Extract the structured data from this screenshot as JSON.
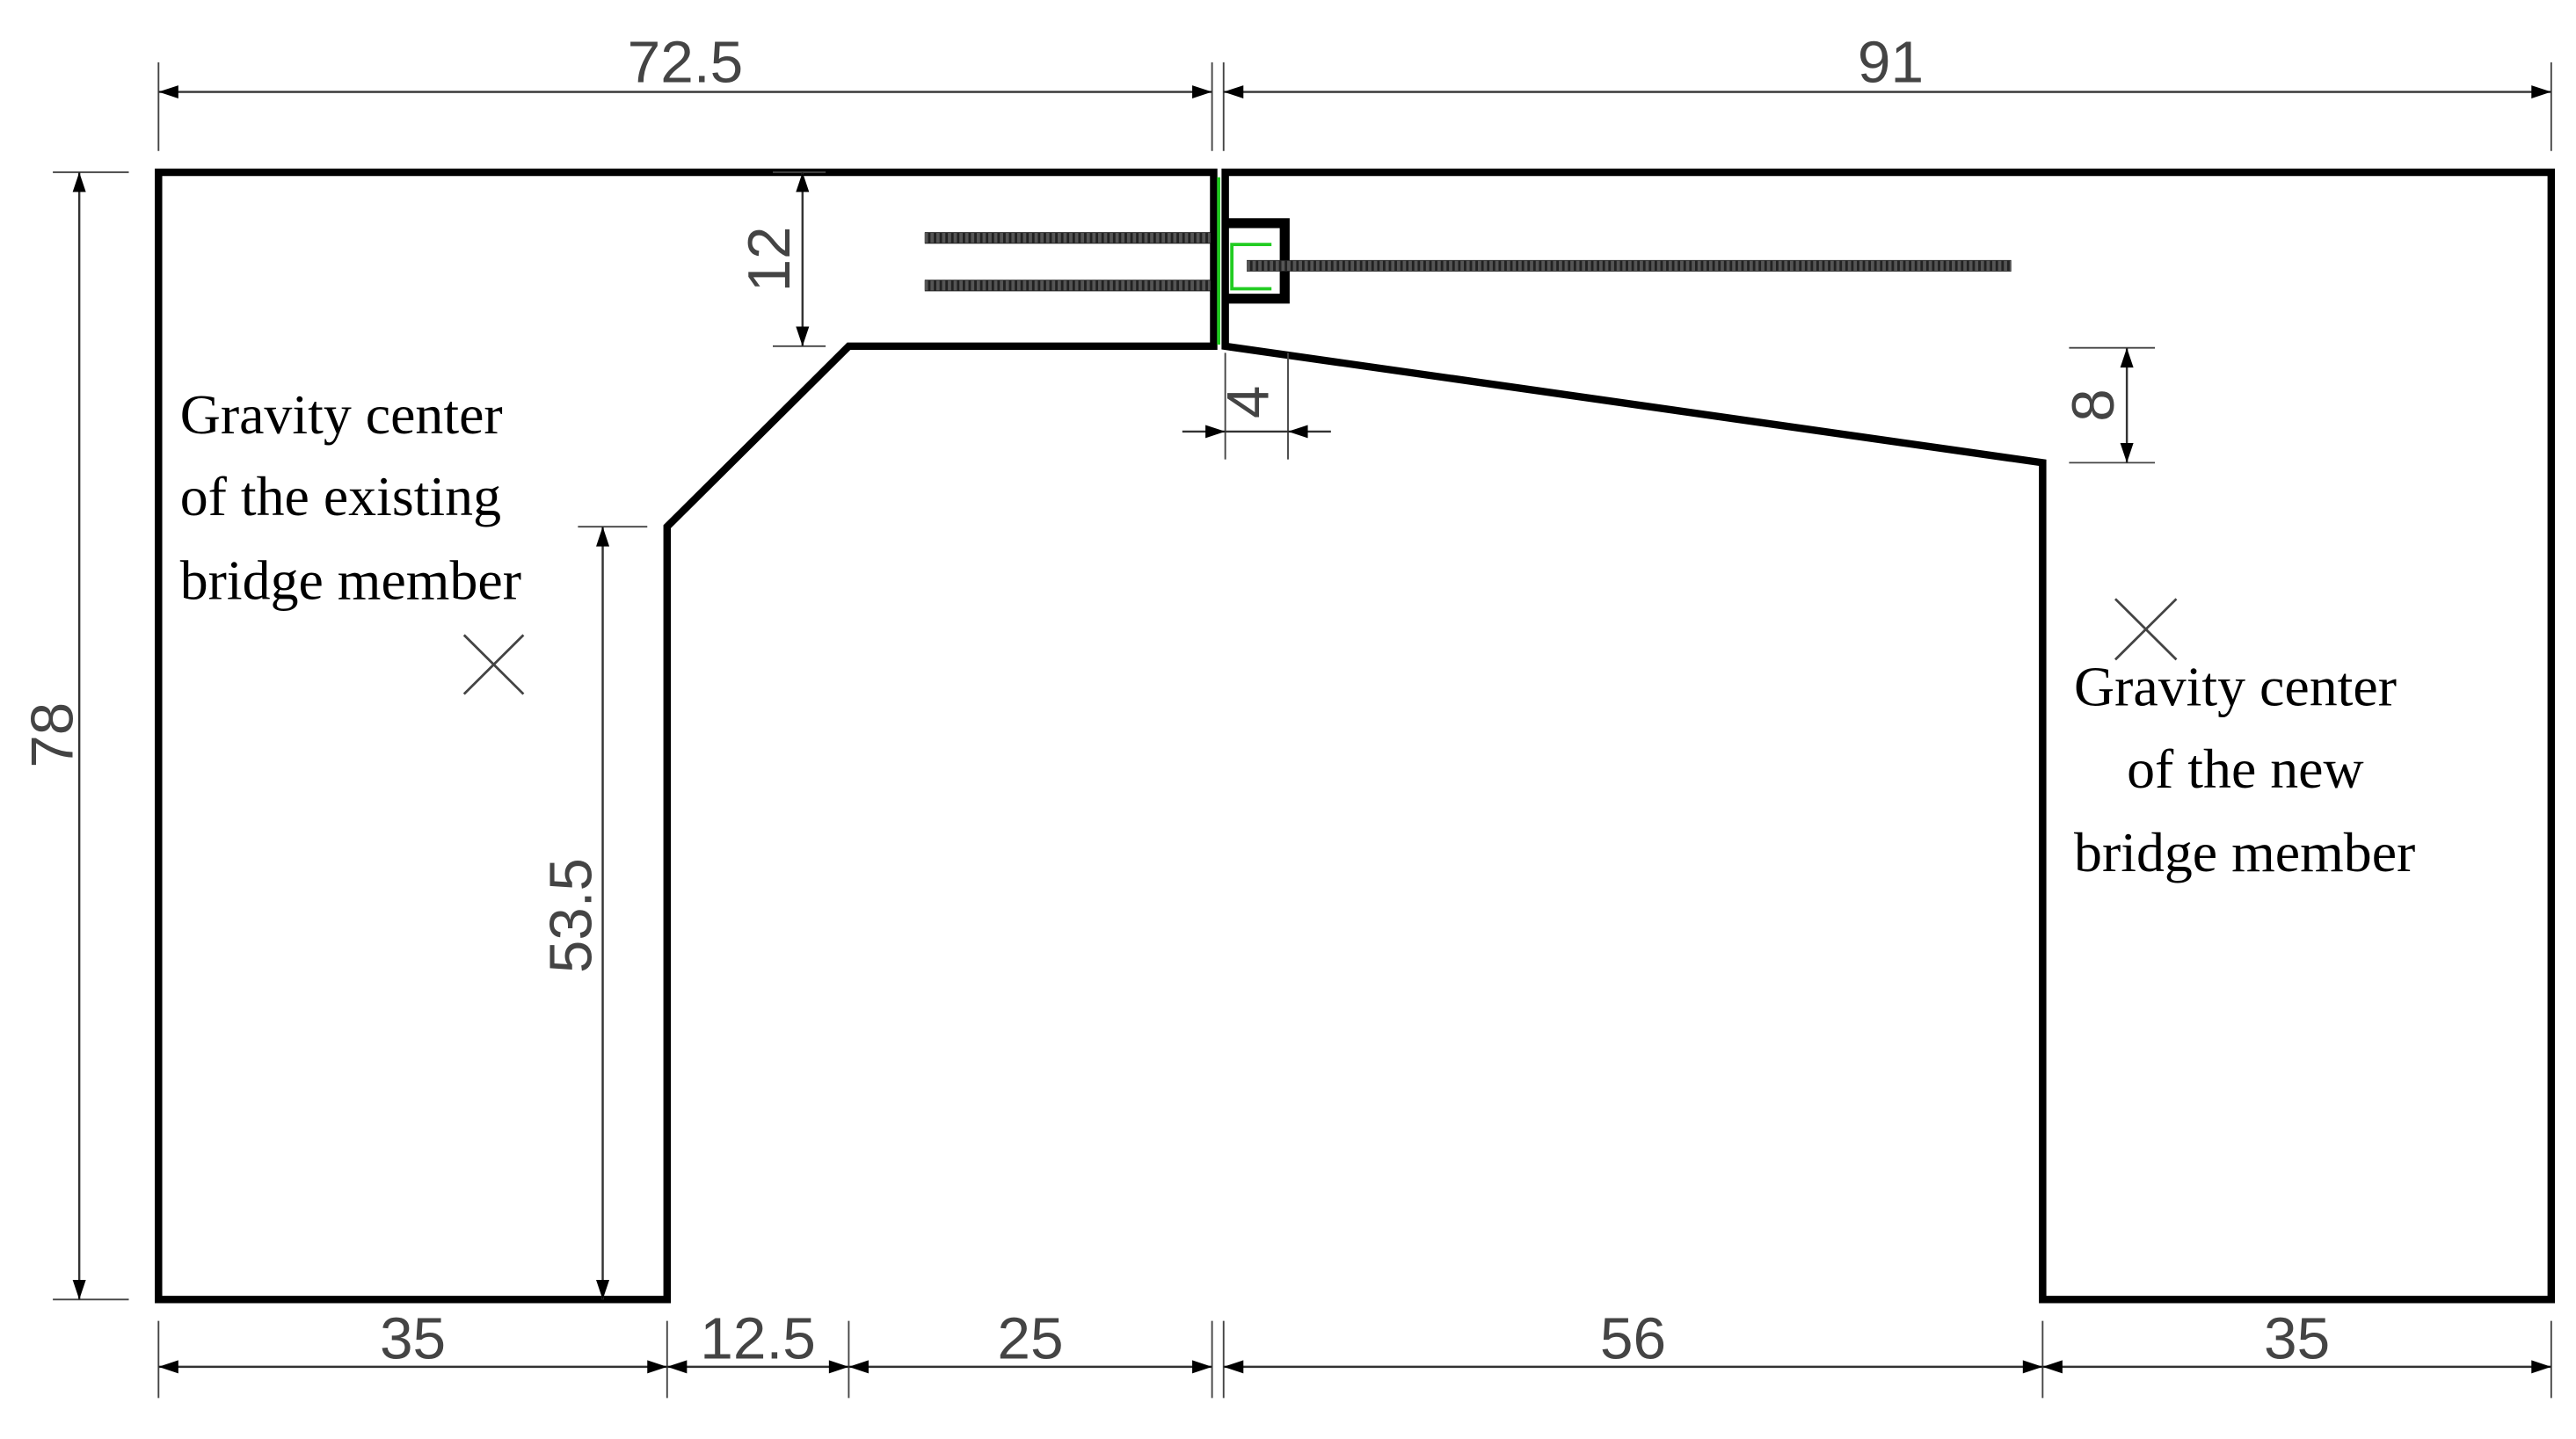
{
  "diagram": {
    "type": "cross-section-drawing",
    "units": "cm",
    "dimensions": {
      "top_left_width": "72.5",
      "top_right_width": "91",
      "total_height": "78",
      "flange_thickness_left": "12",
      "joint_gap": "4",
      "flange_drop_right": "8",
      "web_height_left": "53.5",
      "bottom": [
        "35",
        "12.5",
        "25",
        "56",
        "35"
      ]
    },
    "labels": {
      "existing": [
        "Gravity center",
        "of the existing",
        "bridge member"
      ],
      "new": [
        "Gravity center",
        "of the new",
        "bridge member"
      ]
    },
    "colors": {
      "outline": "#000000",
      "dimension": "#444444",
      "joint_green": "#22cc22",
      "rebar": "#555555"
    }
  }
}
